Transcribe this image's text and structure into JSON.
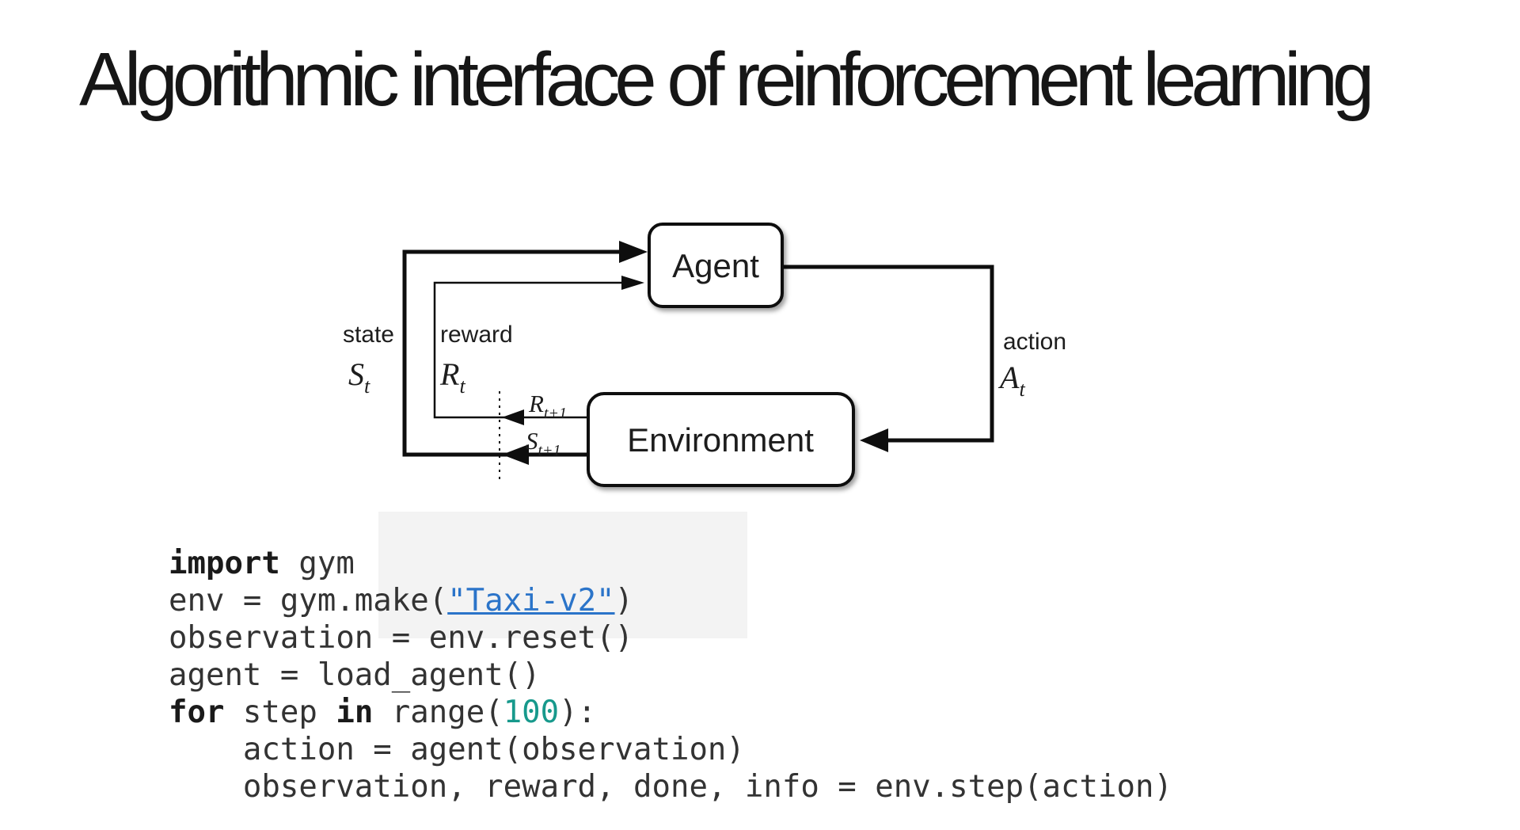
{
  "slide": {
    "title": "Algorithmic interface of reinforcement learning",
    "background": "#ffffff"
  },
  "diagram": {
    "agent_label": "Agent",
    "environment_label": "Environment",
    "labels": {
      "state": "state",
      "reward": "reward",
      "action": "action"
    },
    "symbols": {
      "state": {
        "main": "S",
        "sub": "t"
      },
      "reward": {
        "main": "R",
        "sub": "t"
      },
      "reward_next": {
        "main": "R",
        "sub": "t+1"
      },
      "state_next": {
        "main": "S",
        "sub": "t+1"
      },
      "action": {
        "main": "A",
        "sub": "t"
      }
    },
    "line_color": "#0e0e0e",
    "box_fill": "#ffffff"
  },
  "code": {
    "plain_color": "#333333",
    "keyword_color": "#1a1a1a",
    "link_color": "#2b74c9",
    "number_color": "#17998c",
    "lines": [
      [
        {
          "t": "import",
          "s": "kw"
        },
        {
          "t": " gym",
          "s": "p"
        }
      ],
      [
        {
          "t": "env = gym.make(",
          "s": "p"
        },
        {
          "t": "\"Taxi-v2\"",
          "s": "link"
        },
        {
          "t": ")",
          "s": "p"
        }
      ],
      [
        {
          "t": "observation = env.reset()",
          "s": "p"
        }
      ],
      [
        {
          "t": "agent = load_agent()",
          "s": "p"
        }
      ],
      [
        {
          "t": "for",
          "s": "kw"
        },
        {
          "t": " step ",
          "s": "p"
        },
        {
          "t": "in",
          "s": "kw"
        },
        {
          "t": " range(",
          "s": "p"
        },
        {
          "t": "100",
          "s": "num"
        },
        {
          "t": "):",
          "s": "p"
        }
      ],
      [
        {
          "t": "    action = agent(observation)",
          "s": "p"
        }
      ],
      [
        {
          "t": "    observation, reward, done, info = env.step(action)",
          "s": "p"
        }
      ]
    ]
  }
}
